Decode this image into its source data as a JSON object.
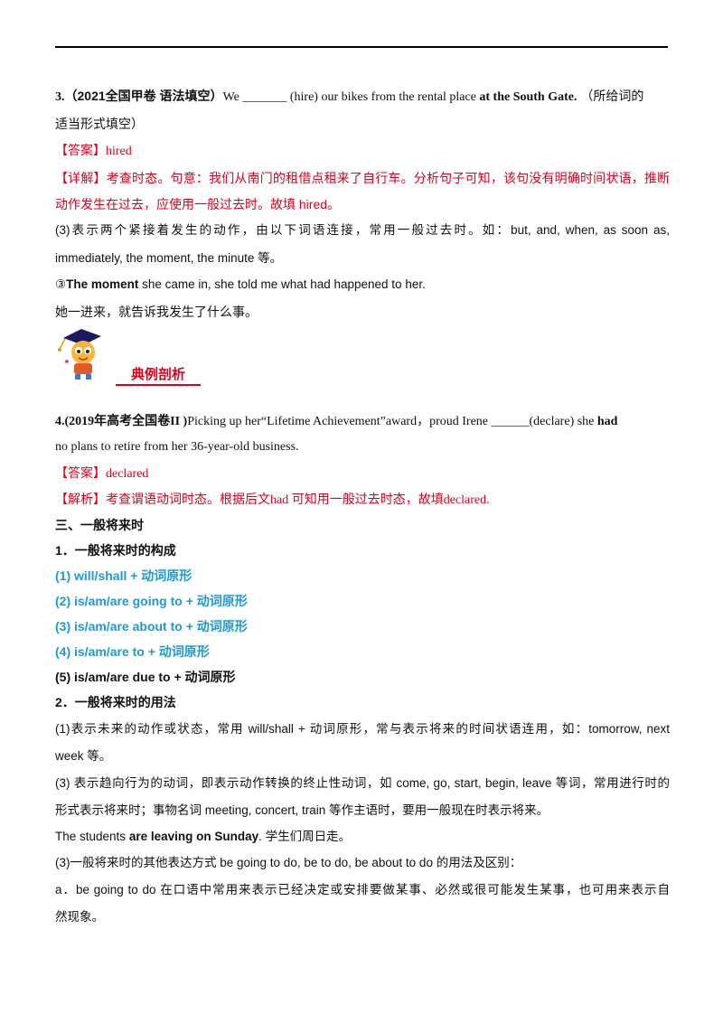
{
  "q3": {
    "num": "3.",
    "source": "（2021全国甲卷 语法填空）",
    "stem": "We _______ (hire) our bikes from the rental place ",
    "stem_bold": "at the South Gate.",
    "hint": " （所给词的",
    "hint2": "适当形式填空）",
    "answer_label": "【答案】",
    "answer": "hired",
    "detail_label": "【详解】",
    "detail1": "考查时态。句意：我们从南门的租借点租来了自行车。分析句子可知，该句没有明确时间状语，推断",
    "detail2": "动作发生在过去，应使用一般过去时。故填 hired。"
  },
  "rule3": {
    "line1": "(3)表示两个紧接着发生的动作，由以下词语连接，常用一般过去时。如：but, and, when, as soon as,",
    "line2": "immediately, the moment, the minute 等。",
    "example_num": "③",
    "example_bold": "The moment",
    "example_rest": " she came in, she told me what had happened to her.",
    "translation": "她一进来，就告诉我发生了什么事。"
  },
  "section_badge": "典例剖析",
  "q4": {
    "num_source": "4.(2019年高考全国卷II )",
    "stem1": "Picking up her“Lifetime Achievement”award，proud Irene ______(declare) she ",
    "stem1_bold": "had",
    "stem2": "no plans to retire from her 36-year-old business.",
    "answer_label": "【答案】",
    "answer": "declared",
    "analysis_label": "【解析】",
    "analysis": "考查谓语动词时态。根据后文had 可知用一般过去时态，故填declared."
  },
  "section3": {
    "heading": "三、一般将来时",
    "sub1": "1．一般将来时的构成",
    "forms": [
      "(1)  will/shall + 动词原形",
      "(2)  is/am/are going to + 动词原形",
      "(3)  is/am/are about to + 动词原形",
      "(4)  is/am/are to + 动词原形",
      "(5)  is/am/are due to + 动词原形"
    ],
    "sub2": "2．一般将来时的用法",
    "u1_line1": "(1)表示未来的动作或状态，常用 will/shall + 动词原形，常与表示将来的时间状语连用，如：tomorrow, next",
    "u1_line2": "week 等。",
    "u3_line1": "(3) 表示趋向行为的动词，即表示动作转换的终止性动词，如 come, go, start, begin, leave 等词，常用进行时的",
    "u3_line2": "形式表示将来时；事物名词 meeting, concert, train 等作主语时，要用一般现在时表示将来。",
    "ex_pre": "The students  ",
    "ex_bold": "are leaving on Sunday",
    "ex_post": ".     学生们周日走。",
    "u3b": "(3)一般将来时的其他表达方式 be going to do, be to do, be about to do 的用法及区别：",
    "a_line1": "a．be going to do 在口语中常用来表示已经决定或安排要做某事、必然或很可能发生某事，也可用来表示自",
    "a_line2": "然现象。"
  }
}
